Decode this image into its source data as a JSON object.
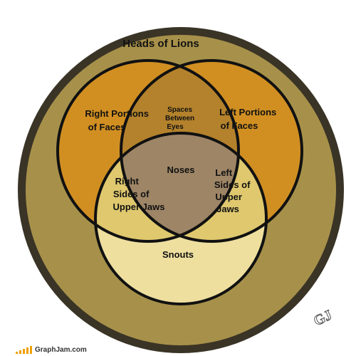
{
  "diagram": {
    "outer_label": "Heads of Lions",
    "left_circle_label": [
      "Right Portions",
      "of Faces"
    ],
    "right_circle_label": [
      "Left Portions",
      "of Faces"
    ],
    "bottom_circle_label": "Snouts",
    "left_right_overlap_label": [
      "Spaces",
      "Between",
      "Eyes"
    ],
    "left_bottom_overlap_label": [
      "Right",
      "Sides of",
      "Upper Jaws"
    ],
    "right_bottom_overlap_label": [
      "Left",
      "Sides of",
      "Upper",
      "Jaws"
    ],
    "center_label": "Noses"
  },
  "colors": {
    "outer_ring": "#3a3426",
    "outer_fill": "#a7914a",
    "top_circles": "#d18f22",
    "spaces_between_eyes": "#b4822c",
    "snout": "#eedf9f",
    "upper_jaws": "#dfc86e",
    "nose": "#9e8566"
  },
  "footer": {
    "site": "GraphJam.com"
  },
  "watermark": "GJ"
}
